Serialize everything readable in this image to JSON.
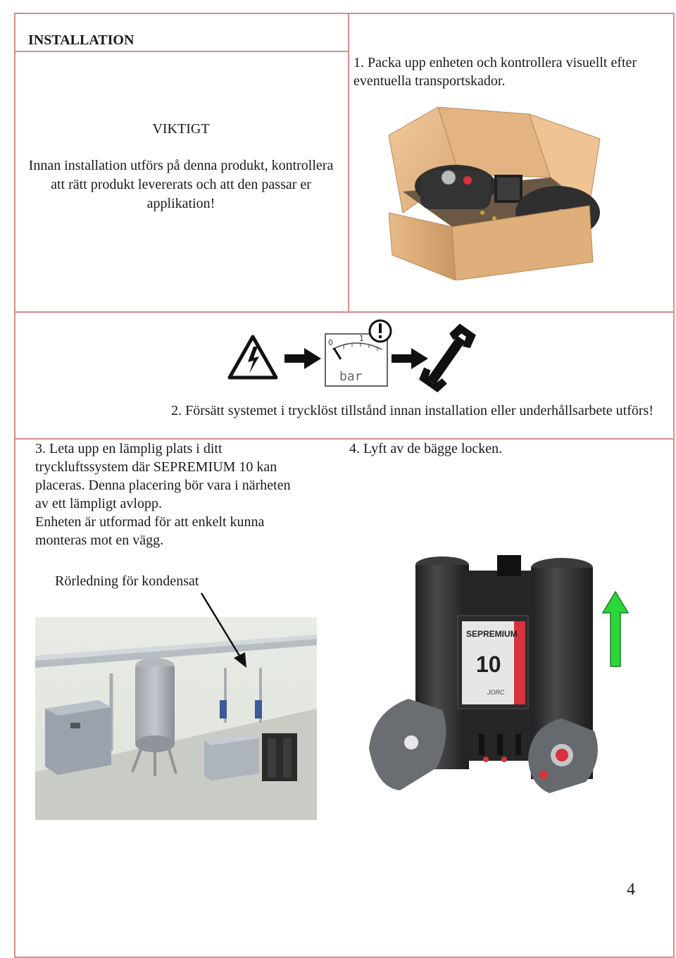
{
  "header": {
    "title": "INSTALLATION"
  },
  "step1": {
    "text": "1. Packa upp enheten och kontrollera visuellt efter eventuella transportskador."
  },
  "warning": {
    "title": "VIKTIGT",
    "body": "Innan installation utförs på denna produkt, kontrollera att rätt produkt levererats och att den passar er applikation!"
  },
  "step2": {
    "text": "2. Försätt systemet i trycklöst tillstånd innan installation eller underhållsarbete utförs!",
    "gauge_unit": "bar",
    "gauge_tick_0": "0",
    "gauge_tick_1": "1"
  },
  "step3": {
    "line1": "3. Leta upp en lämplig plats i ditt",
    "line2": "tryckluftssystem  där SEPREMIUM 10 kan",
    "line3": "placeras. Denna placering bör vara i närheten",
    "line4": "av ett lämpligt avlopp.",
    "line5": "Enheten är utformad för att enkelt kunna",
    "line6": "monteras mot en vägg.",
    "pipe_label": "Rörledning för kondensat"
  },
  "step4": {
    "text": "4. Lyft av de bägge locken."
  },
  "product": {
    "brand_label": "SEPREMIUM",
    "model": "10",
    "maker": "JORC"
  },
  "footer": {
    "page_number": "4"
  },
  "colors": {
    "border": "#d98a8a",
    "arrow_green": "#2bd63a",
    "label_red": "#d8323c"
  }
}
